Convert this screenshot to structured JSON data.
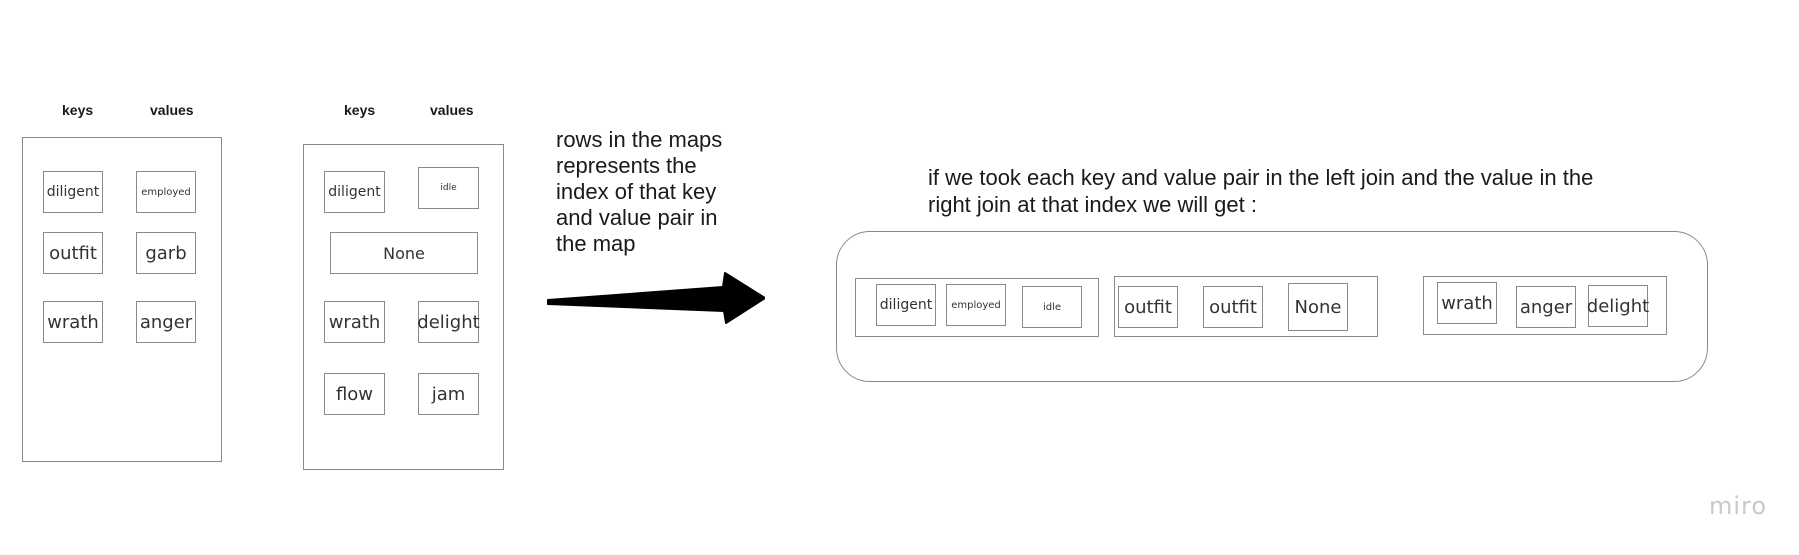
{
  "map1": {
    "keys_header": "keys",
    "values_header": "values",
    "keys": [
      "diligent",
      "outfit",
      "wrath"
    ],
    "values": [
      "employed",
      "garb",
      "anger"
    ]
  },
  "map2": {
    "keys_header": "keys",
    "values_header": "values",
    "rows": [
      {
        "key": "diligent",
        "value": "idle"
      },
      {
        "merged": "None"
      },
      {
        "key": "wrath",
        "value": "delight"
      },
      {
        "key": "flow",
        "value": "jam"
      }
    ]
  },
  "annotation": "rows in the maps represents the index of that key and value pair in the map",
  "result": {
    "caption": "if we took each key and value pair in the left join and the value in the right join at that index we will get :",
    "groups": [
      [
        "diligent",
        "employed",
        "idle"
      ],
      [
        "outfit",
        "outfit",
        "None"
      ],
      [
        "wrath",
        "anger",
        "delight"
      ]
    ]
  },
  "watermark": "miro"
}
